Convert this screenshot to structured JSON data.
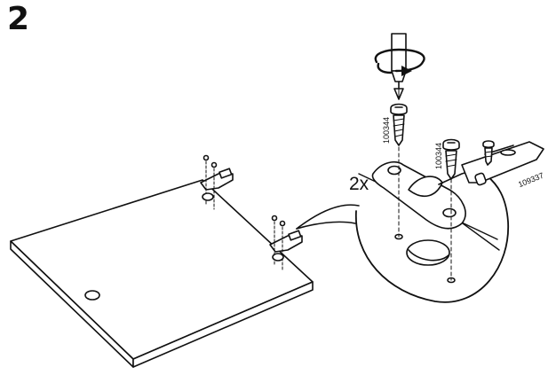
{
  "step": {
    "number": "2"
  },
  "callout": {
    "quantity": "2x"
  },
  "parts": {
    "screw_a": "100344",
    "screw_b": "100344",
    "hinge_plate": "109337"
  },
  "tools": {
    "screwdriver": "screwdriver-icon",
    "rotation": "rotate-clockwise-icon"
  },
  "colors": {
    "ink": "#111111",
    "paper": "#ffffff"
  }
}
